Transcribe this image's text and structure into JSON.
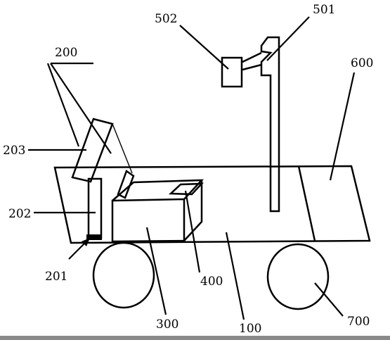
{
  "figure": {
    "labels": {
      "l100": "100",
      "l200": "200",
      "l201": "201",
      "l202": "202",
      "l203": "203",
      "l300": "300",
      "l400": "400",
      "l501": "501",
      "l502": "502",
      "l600": "600",
      "l700": "700"
    }
  }
}
